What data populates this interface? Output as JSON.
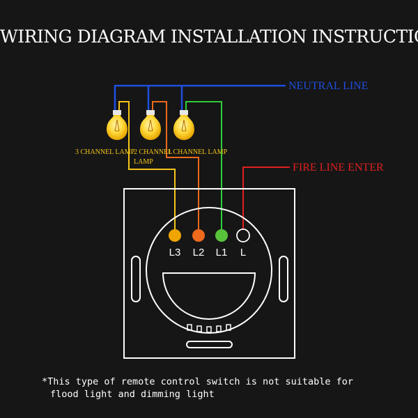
{
  "title": "WIRING DIAGRAM INSTALLATION INSTRUCTIONS",
  "lines": {
    "neutral": {
      "label": "NEUTRAL LINE",
      "color": "#1f4fe0"
    },
    "fire": {
      "label": "FIRE LINE ENTER",
      "color": "#e02020"
    }
  },
  "lamps": [
    {
      "label_line1": "3 CHANNEL LAMP",
      "label_line2": "",
      "wire_color": "#f5c518"
    },
    {
      "label_line1": "2 CHANNEL",
      "label_line2": "LAMP",
      "wire_color": "#ee6a1c"
    },
    {
      "label_line1": "1 CHANNEL LAMP",
      "label_line2": "",
      "wire_color": "#2fcf3a"
    }
  ],
  "terminals": [
    {
      "label": "L3",
      "color": "#f0a400"
    },
    {
      "label": "L2",
      "color": "#ee6a1c"
    },
    {
      "label": "L1",
      "color": "#58c23a"
    },
    {
      "label": "L",
      "color": "#ffffff"
    }
  ],
  "label_color": "#f5c518",
  "note": {
    "line1": "*This type of remote control switch is not suitable for",
    "line2": "flood light and dimming light"
  }
}
